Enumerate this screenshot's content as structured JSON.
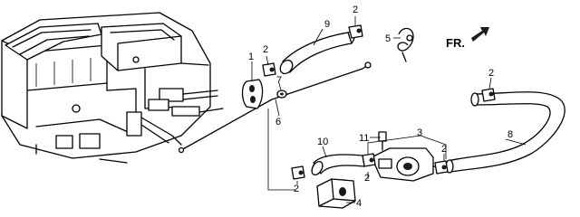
{
  "direction_label": "FR.",
  "callouts": [
    {
      "id": "c1",
      "text": "1"
    },
    {
      "id": "c2a",
      "text": "2"
    },
    {
      "id": "c2b",
      "text": "2"
    },
    {
      "id": "c2c",
      "text": "2"
    },
    {
      "id": "c2d",
      "text": "2"
    },
    {
      "id": "c2e",
      "text": "2"
    },
    {
      "id": "c2f",
      "text": "2"
    },
    {
      "id": "c3",
      "text": "3"
    },
    {
      "id": "c4",
      "text": "4"
    },
    {
      "id": "c5",
      "text": "5"
    },
    {
      "id": "c6",
      "text": "6"
    },
    {
      "id": "c7",
      "text": "7"
    },
    {
      "id": "c8",
      "text": "8"
    },
    {
      "id": "c9",
      "text": "9"
    },
    {
      "id": "c10",
      "text": "10"
    },
    {
      "id": "c11",
      "text": "11"
    }
  ]
}
